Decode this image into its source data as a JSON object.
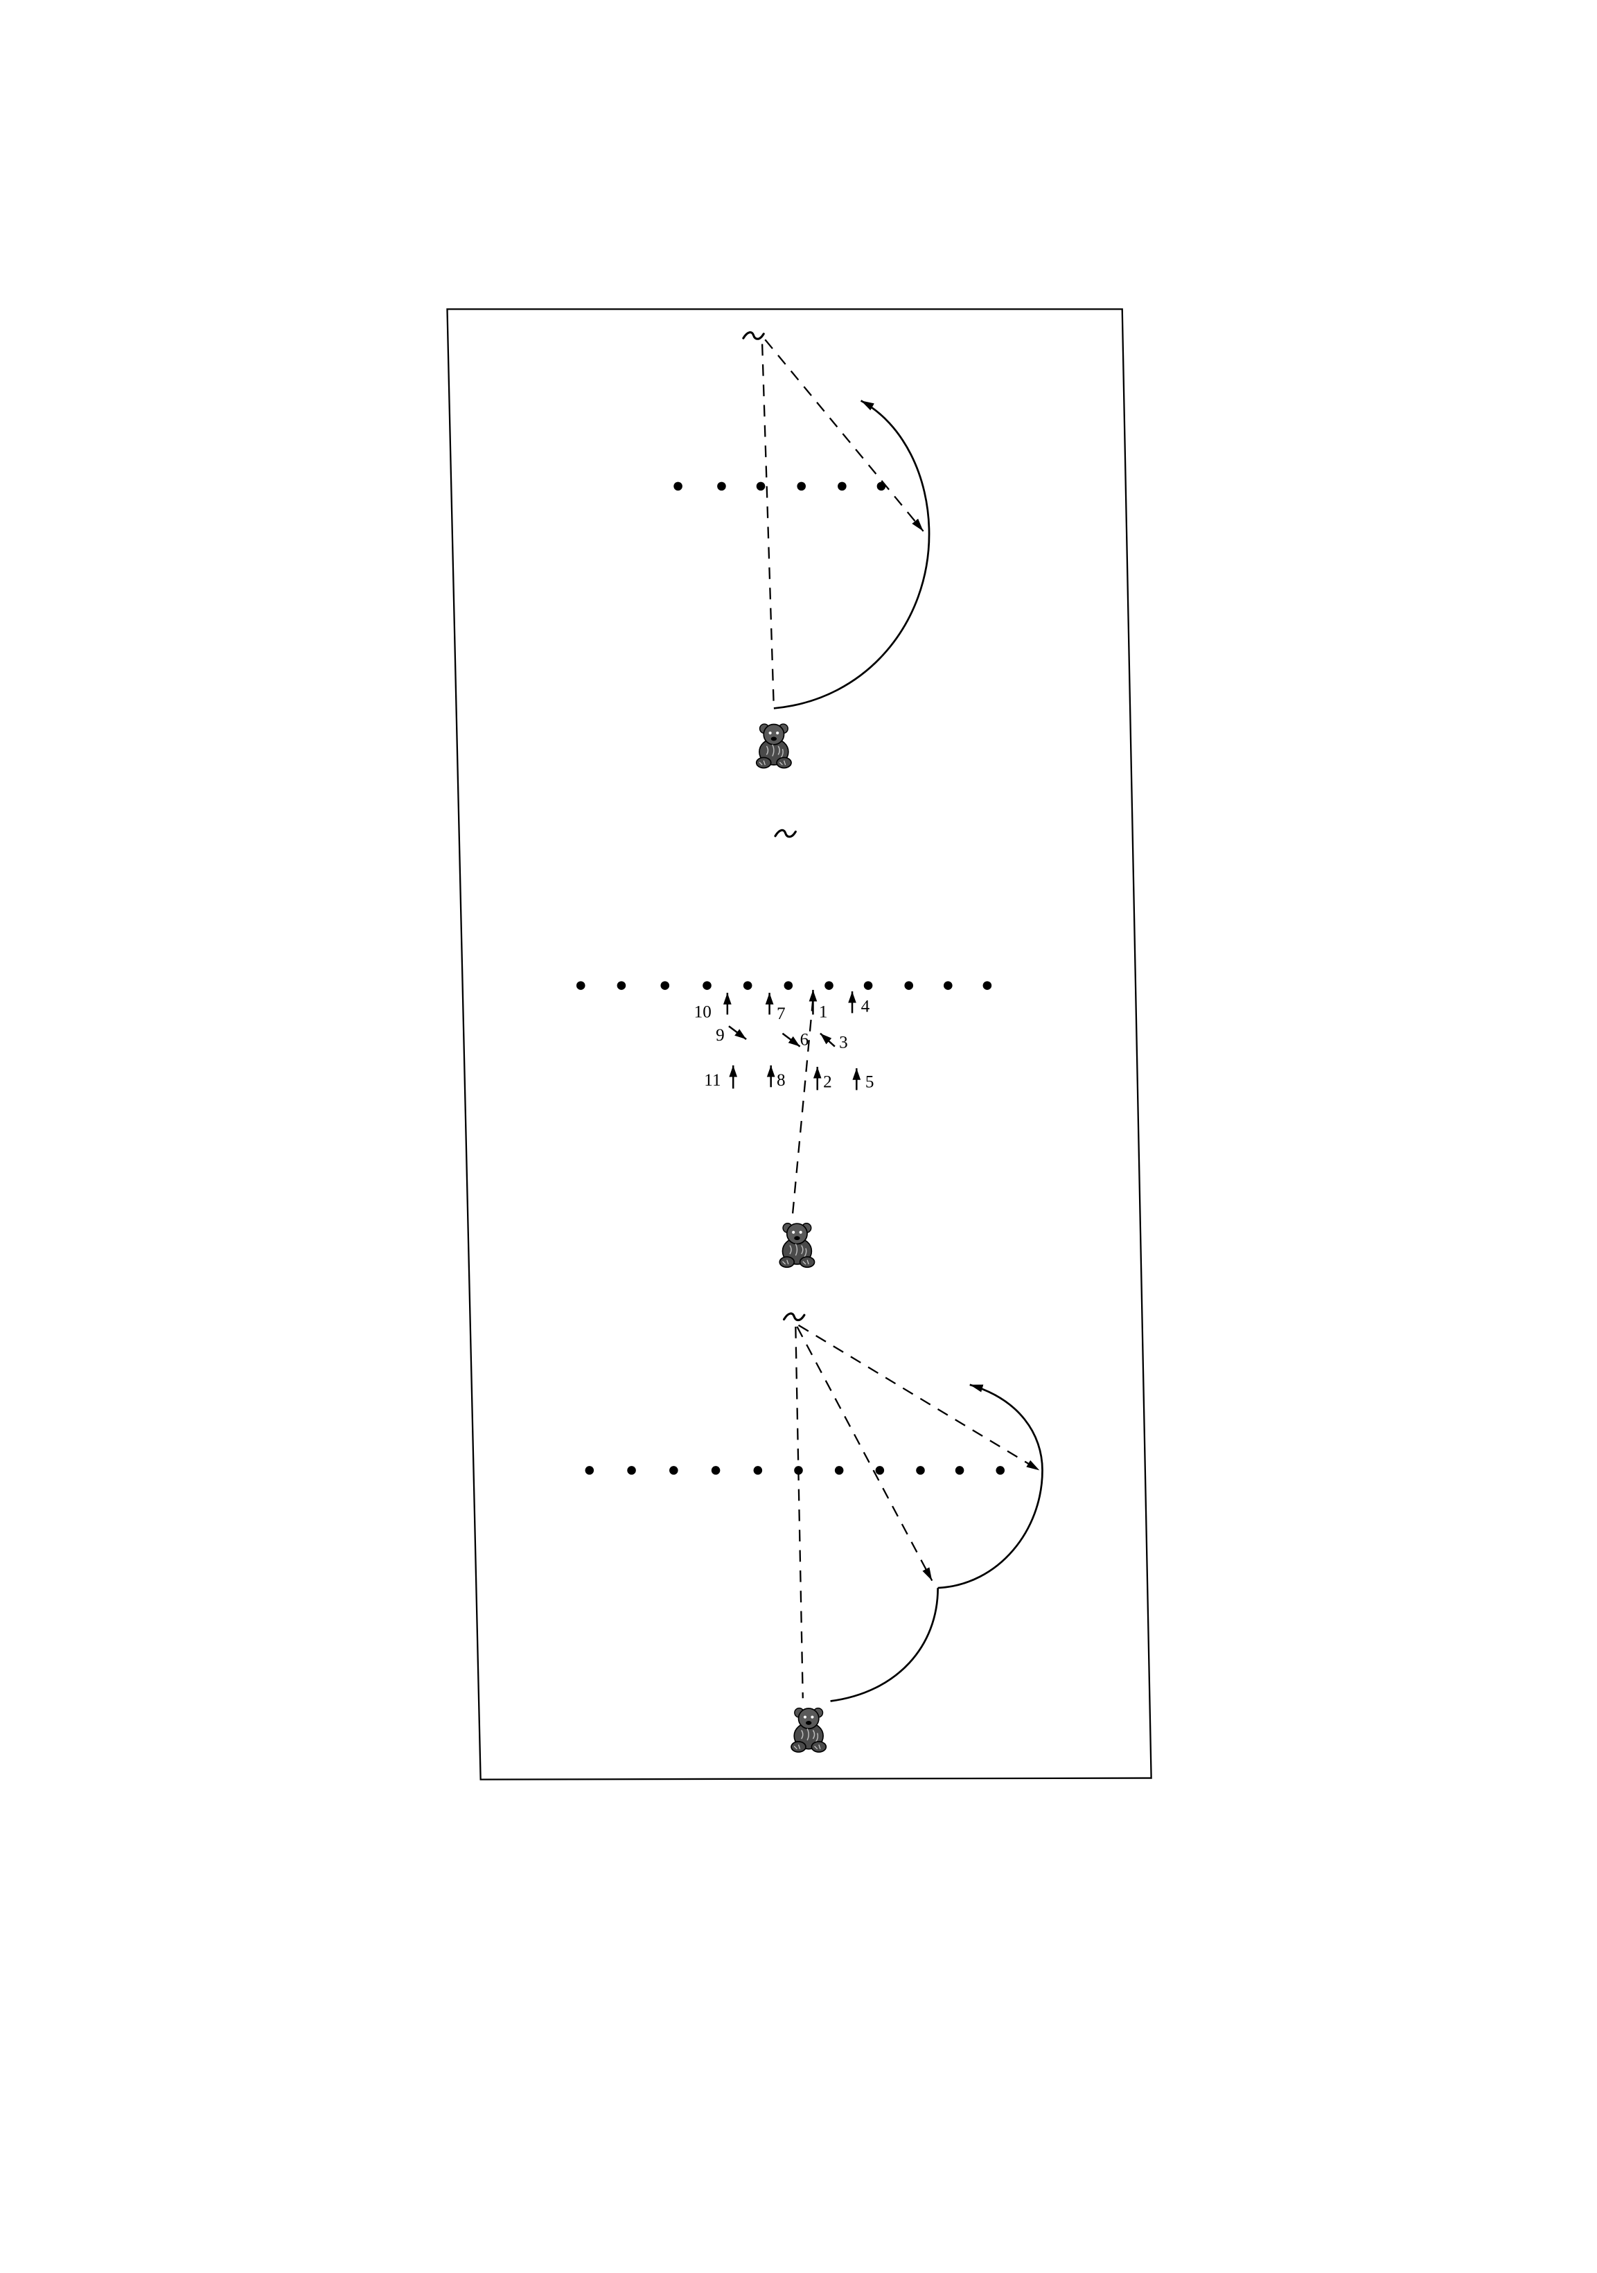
{
  "position_labels": {
    "p1": "1",
    "p2": "2",
    "p3": "3",
    "p4": "4",
    "p5": "5",
    "p6": "6",
    "p7": "7",
    "p8": "8",
    "p9": "9",
    "p10": "10",
    "p11": "11"
  },
  "colors": {
    "ink": "#000000",
    "paper": "#ffffff",
    "dog_fill": "#4a4a4a"
  },
  "icons": [
    "dog-icon",
    "dummy-icon"
  ]
}
